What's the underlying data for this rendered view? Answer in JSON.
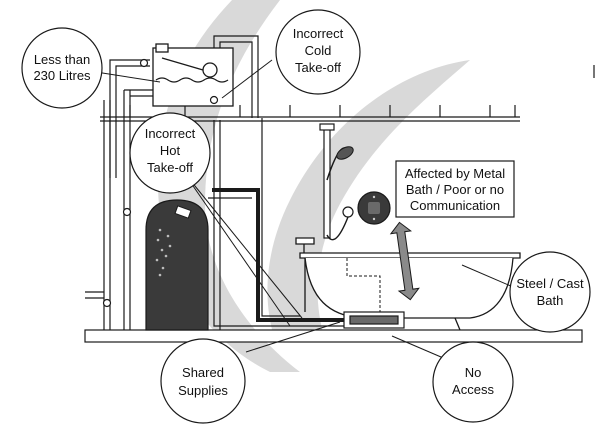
{
  "callouts": {
    "less_than": {
      "lines": [
        "Less than",
        "230 Litres"
      ]
    },
    "incorrect_cold": {
      "lines": [
        "Incorrect",
        "Cold",
        "Take-off"
      ]
    },
    "incorrect_hot": {
      "lines": [
        "Incorrect",
        "Hot",
        "Take-off"
      ]
    },
    "affected": {
      "lines": [
        "Affected by Metal",
        "Bath / Poor or no",
        "Communication"
      ]
    },
    "steel_bath": {
      "lines": [
        "Steel / Cast",
        "Bath"
      ]
    },
    "shared_supplies": {
      "lines": [
        "Shared",
        "Supplies"
      ]
    },
    "no_access": {
      "lines": [
        "No",
        "Access"
      ]
    }
  },
  "colors": {
    "line": "#1a1a1a",
    "watermark": "#d9d9d9",
    "cylinder": "#3a3a3a",
    "background": "#ffffff"
  },
  "icons": [
    "watermark-swoosh",
    "shower-head-icon",
    "digital-control-icon",
    "double-arrow-icon",
    "valve-icon"
  ]
}
